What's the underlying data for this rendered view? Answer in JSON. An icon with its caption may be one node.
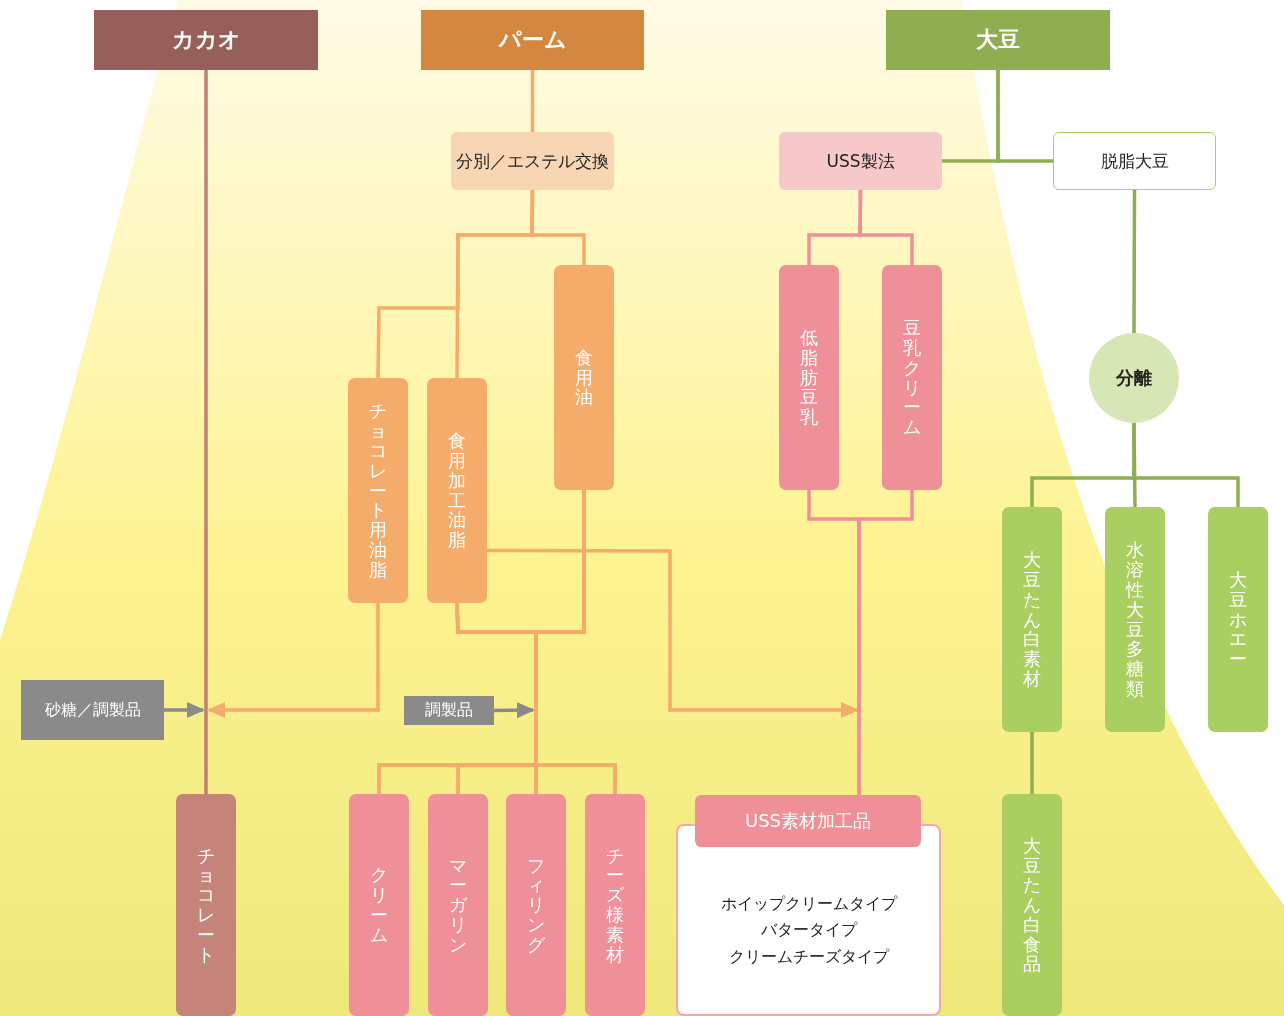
{
  "diagram": {
    "nodes": [
      {
        "text": [
          "カカオ"
        ]
      },
      {
        "text": [
          "パーム"
        ]
      },
      {
        "text": [
          "大豆"
        ]
      },
      {
        "text": [
          "分別／エステル交換"
        ]
      },
      {
        "text": [
          "USS製法"
        ]
      },
      {
        "text": [
          "脱脂大豆"
        ]
      },
      {
        "text": [
          "チョコレート用油脂"
        ]
      },
      {
        "text": [
          "食用加工油脂"
        ]
      },
      {
        "text": [
          "食用油"
        ]
      },
      {
        "text": [
          "低脂肪豆乳"
        ]
      },
      {
        "text": [
          "豆乳クリーム"
        ]
      },
      {
        "text": [
          "分離"
        ]
      },
      {
        "text": [
          "大豆たん白素材"
        ]
      },
      {
        "text": [
          "水溶性大豆多糖類"
        ]
      },
      {
        "text": [
          "大豆ホエー"
        ]
      },
      {
        "text": [
          "砂糖／調製品"
        ]
      },
      {
        "text": [
          "調製品"
        ]
      },
      {
        "text": [
          "チョコレート"
        ]
      },
      {
        "text": [
          "クリーム"
        ]
      },
      {
        "text": [
          "マーガリン"
        ]
      },
      {
        "text": [
          "フィリング"
        ]
      },
      {
        "text": [
          "チーズ様素材"
        ]
      },
      {
        "text": [
          "USS素材加工品",
          "ホイップクリームタイプ",
          "バタータイプ",
          "クリームチーズタイプ"
        ]
      },
      {
        "text": [
          "大豆たん白食品"
        ]
      }
    ],
    "edges": [
      {
        "from": 0,
        "to": 17,
        "arrow": "none",
        "color": "#c08078"
      },
      {
        "from": 1,
        "to": 3,
        "arrow": "none"
      },
      {
        "from": 3,
        "to": 6,
        "arrow": "none"
      },
      {
        "from": 3,
        "to": 7,
        "arrow": "none"
      },
      {
        "from": 3,
        "to": 8,
        "arrow": "none"
      },
      {
        "from": 2,
        "to": 4,
        "arrow": "none",
        "color": "#8fae52"
      },
      {
        "from": 2,
        "to": 5,
        "arrow": "none",
        "color": "#8fae52"
      },
      {
        "from": 4,
        "to": 9,
        "arrow": "none",
        "color": "#ef8f98"
      },
      {
        "from": 4,
        "to": 10,
        "arrow": "none",
        "color": "#ef8f98"
      },
      {
        "from": 5,
        "to": 11,
        "arrow": "none",
        "color": "#8fae52"
      },
      {
        "from": 11,
        "to": 12,
        "arrow": "none",
        "color": "#8fae52"
      },
      {
        "from": 11,
        "to": 13,
        "arrow": "none",
        "color": "#8fae52"
      },
      {
        "from": 11,
        "to": 14,
        "arrow": "none",
        "color": "#8fae52"
      },
      {
        "from": 12,
        "to": 23,
        "arrow": "none",
        "color": "#8fae52"
      },
      {
        "from": 9,
        "to": 22,
        "arrow": "none",
        "color": "#ef8f98"
      },
      {
        "from": 10,
        "to": 22,
        "arrow": "none",
        "color": "#ef8f98"
      },
      {
        "from": 15,
        "to": null,
        "arrow": "to",
        "color": "#8a8a8a"
      },
      {
        "from": 6,
        "to": null,
        "arrow": "to"
      },
      {
        "from": 16,
        "to": null,
        "arrow": "to",
        "color": "#8a8a8a"
      },
      {
        "from": 7,
        "to": 22,
        "arrow": "to"
      },
      {
        "from": 7,
        "to": 18,
        "arrow": "none"
      },
      {
        "from": 7,
        "to": 19,
        "arrow": "none"
      },
      {
        "from": 7,
        "to": 20,
        "arrow": "none"
      },
      {
        "from": 7,
        "to": 21,
        "arrow": "none"
      },
      {
        "from": 8,
        "to": 18,
        "arrow": "none"
      },
      {
        "from": 8,
        "to": 19,
        "arrow": "none"
      },
      {
        "from": 8,
        "to": 20,
        "arrow": "none"
      },
      {
        "from": 8,
        "to": 21,
        "arrow": "none"
      }
    ]
  }
}
